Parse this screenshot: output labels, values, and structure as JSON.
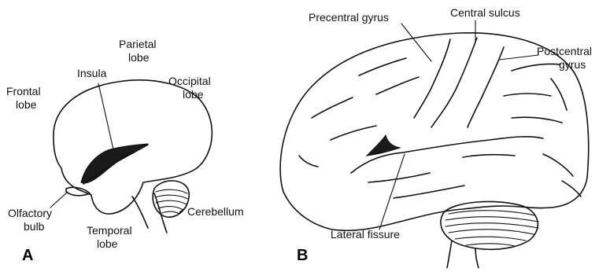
{
  "panel_a": {
    "letter": "A",
    "labels": {
      "frontal_1": "Frontal",
      "frontal_2": "lobe",
      "insula": "Insula",
      "parietal_1": "Parietal",
      "parietal_2": "lobe",
      "occipital_1": "Occipital",
      "occipital_2": "lobe",
      "olfactory_1": "Olfactory",
      "olfactory_2": "bulb",
      "temporal_1": "Temporal",
      "temporal_2": "lobe",
      "cerebellum": "Cerebellum"
    }
  },
  "panel_b": {
    "letter": "B",
    "labels": {
      "precentral": "Precentral gyrus",
      "central": "Central sulcus",
      "postcentral_1": "Postcentral",
      "postcentral_2": "gyrus",
      "lateral": "Lateral fissure"
    }
  }
}
